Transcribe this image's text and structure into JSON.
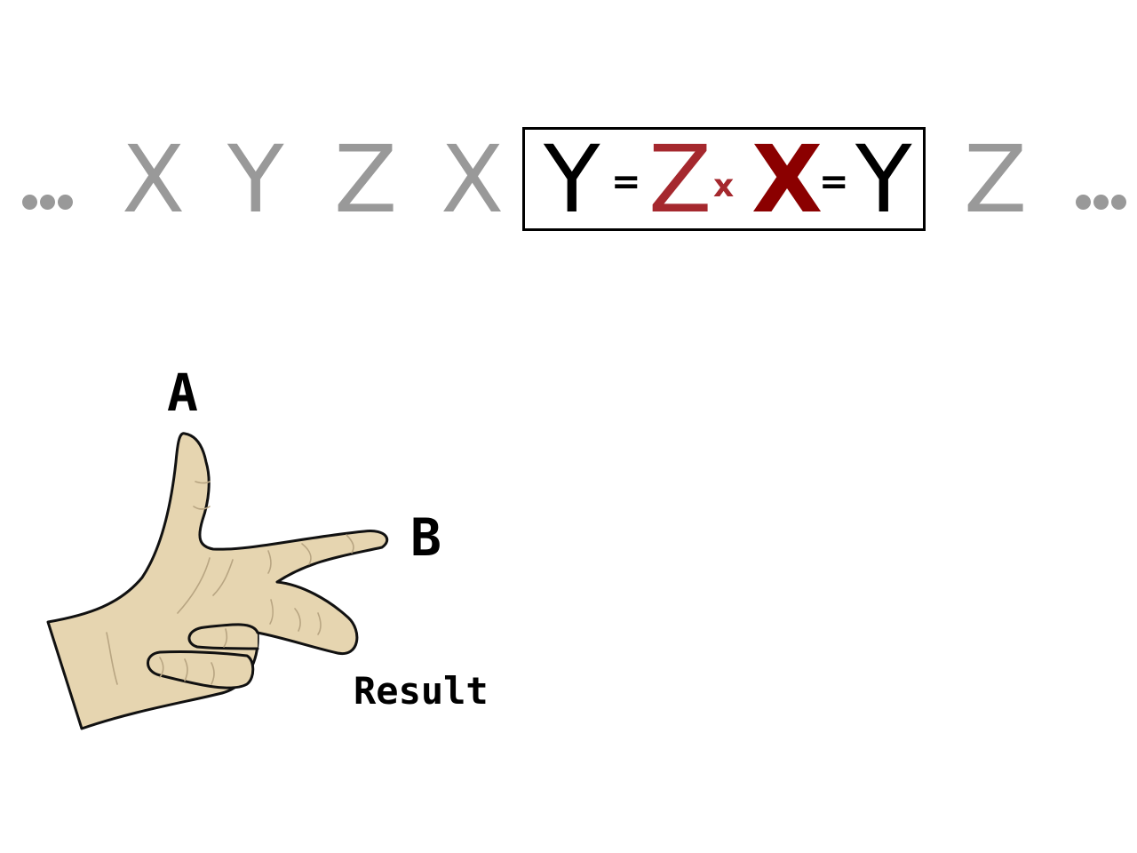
{
  "sequence": {
    "left_ellipsis": "...",
    "letters_before": [
      "X",
      "Y",
      "Z",
      "X"
    ],
    "letters_after": [
      "Z"
    ],
    "right_ellipsis": "..."
  },
  "formula": {
    "result_left": "Y",
    "equals_1": "=",
    "operand_a": "Z",
    "times": "x",
    "operand_b": "X",
    "equals_2": "=",
    "result_right": "Y",
    "colors": {
      "result": "#000000",
      "operand_a": "#a5282e",
      "times": "#a5282e",
      "operand_b": "#8b0000",
      "inactive": "#999999"
    }
  },
  "hand": {
    "label_a": "A",
    "label_b": "B",
    "label_result": "Result",
    "skin_color": "#e6d5b0"
  }
}
